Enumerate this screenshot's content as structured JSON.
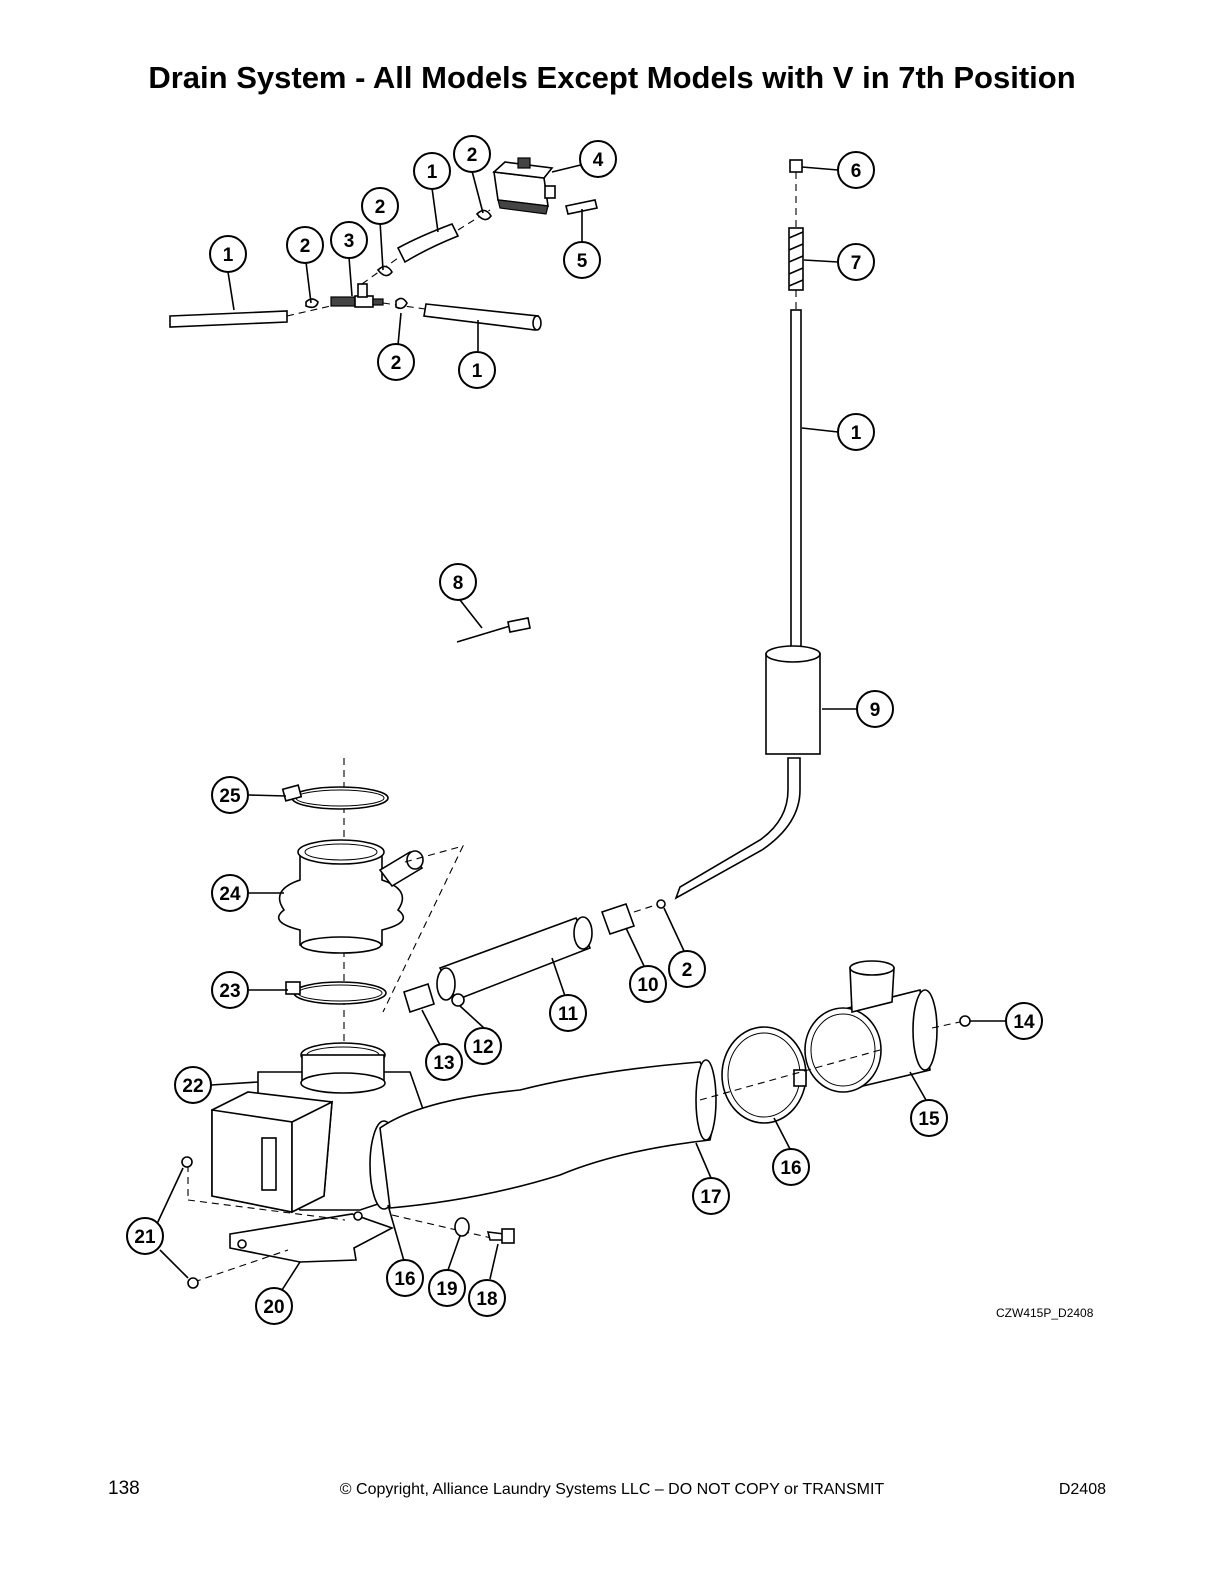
{
  "title": "Drain System - All Models Except Models with V in 7th Position",
  "figure_ref": "CZW415P_D2408",
  "footer": {
    "page_number": "138",
    "copyright": "© Copyright, Alliance Laundry Systems LLC – DO NOT COPY or TRANSMIT",
    "doc_code": "D2408"
  },
  "callouts": [
    {
      "id": "c1a",
      "label": "1"
    },
    {
      "id": "c2a",
      "label": "2"
    },
    {
      "id": "c3",
      "label": "3"
    },
    {
      "id": "c2b",
      "label": "2"
    },
    {
      "id": "c1b",
      "label": "1"
    },
    {
      "id": "c2c",
      "label": "2"
    },
    {
      "id": "c4",
      "label": "4"
    },
    {
      "id": "c5",
      "label": "5"
    },
    {
      "id": "c2d",
      "label": "2"
    },
    {
      "id": "c1c",
      "label": "1"
    },
    {
      "id": "c6",
      "label": "6"
    },
    {
      "id": "c7",
      "label": "7"
    },
    {
      "id": "c1d",
      "label": "1"
    },
    {
      "id": "c8",
      "label": "8"
    },
    {
      "id": "c9",
      "label": "9"
    },
    {
      "id": "c25",
      "label": "25"
    },
    {
      "id": "c24",
      "label": "24"
    },
    {
      "id": "c23",
      "label": "23"
    },
    {
      "id": "c22",
      "label": "22"
    },
    {
      "id": "c2e",
      "label": "2"
    },
    {
      "id": "c10",
      "label": "10"
    },
    {
      "id": "c11",
      "label": "11"
    },
    {
      "id": "c12",
      "label": "12"
    },
    {
      "id": "c13",
      "label": "13"
    },
    {
      "id": "c14",
      "label": "14"
    },
    {
      "id": "c15",
      "label": "15"
    },
    {
      "id": "c16a",
      "label": "16"
    },
    {
      "id": "c17",
      "label": "17"
    },
    {
      "id": "c21",
      "label": "21"
    },
    {
      "id": "c20",
      "label": "20"
    },
    {
      "id": "c16b",
      "label": "16"
    },
    {
      "id": "c19",
      "label": "19"
    },
    {
      "id": "c18",
      "label": "18"
    }
  ]
}
